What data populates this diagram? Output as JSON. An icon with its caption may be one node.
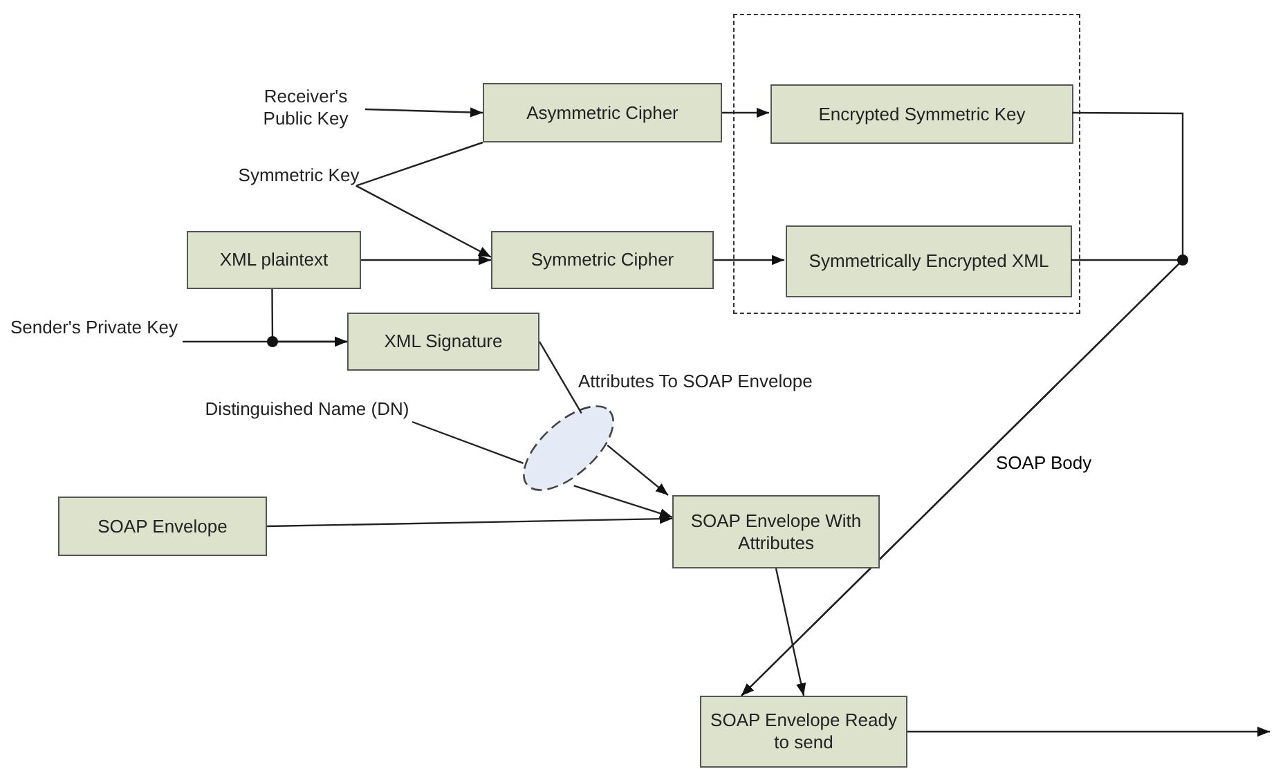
{
  "diagram": {
    "nodes": [
      {
        "text": [
          "Receiver's Public Key"
        ]
      },
      {
        "text": [
          "Asymmetric Cipher"
        ]
      },
      {
        "text": [
          "Symmetric Key"
        ]
      },
      {
        "text": [
          "XML plaintext"
        ]
      },
      {
        "text": [
          "Symmetric Cipher"
        ]
      },
      {
        "text": [],
        "shape": "box"
      },
      {
        "text": [
          "Encrypted Symmetric Key"
        ],
        "in": 5
      },
      {
        "text": [
          "Symmetrically Encrypted XML"
        ],
        "in": 5
      },
      {
        "text": [
          "Sender's Private Key"
        ]
      },
      {
        "text": [
          "XML Signature"
        ]
      },
      {
        "text": [],
        "shape": "ellipse",
        "beside": [
          "Attributes To SOAP Envelope"
        ]
      },
      {
        "text": [
          "Distinguished Name (DN)"
        ]
      },
      {
        "text": [
          "SOAP Envelope"
        ]
      },
      {
        "text": [
          "SOAP Envelope With Attributes"
        ]
      },
      {
        "text": [
          "SOAP Envelope Ready to send"
        ]
      }
    ],
    "edges": [
      {
        "from": 0,
        "to": 1,
        "arrow": "to"
      },
      {
        "from": 2,
        "to": 1,
        "arrow": "none"
      },
      {
        "from": 2,
        "to": 4,
        "arrow": "to"
      },
      {
        "from": 1,
        "to": 6,
        "arrow": "to"
      },
      {
        "from": 3,
        "to": 4,
        "arrow": "to"
      },
      {
        "from": 4,
        "to": 7,
        "arrow": "to"
      },
      {
        "from": 3,
        "to": 9,
        "arrow": "to"
      },
      {
        "from": 8,
        "to": 9,
        "arrow": "to"
      },
      {
        "from": 9,
        "to": 10,
        "arrow": "none"
      },
      {
        "from": 11,
        "to": 10,
        "arrow": "none"
      },
      {
        "from": 10,
        "to": 13,
        "arrow": "to"
      },
      {
        "from": 10,
        "to": 13,
        "arrow": "to"
      },
      {
        "from": 12,
        "to": 13,
        "arrow": "to"
      },
      {
        "from": 13,
        "to": 14,
        "arrow": "to"
      },
      {
        "from": 6,
        "to": 14,
        "arrow": "to",
        "label": "SOAP Body"
      },
      {
        "from": 7,
        "to": 14,
        "arrow": "to"
      },
      {
        "from": 14,
        "to": null,
        "arrow": "to"
      }
    ]
  }
}
